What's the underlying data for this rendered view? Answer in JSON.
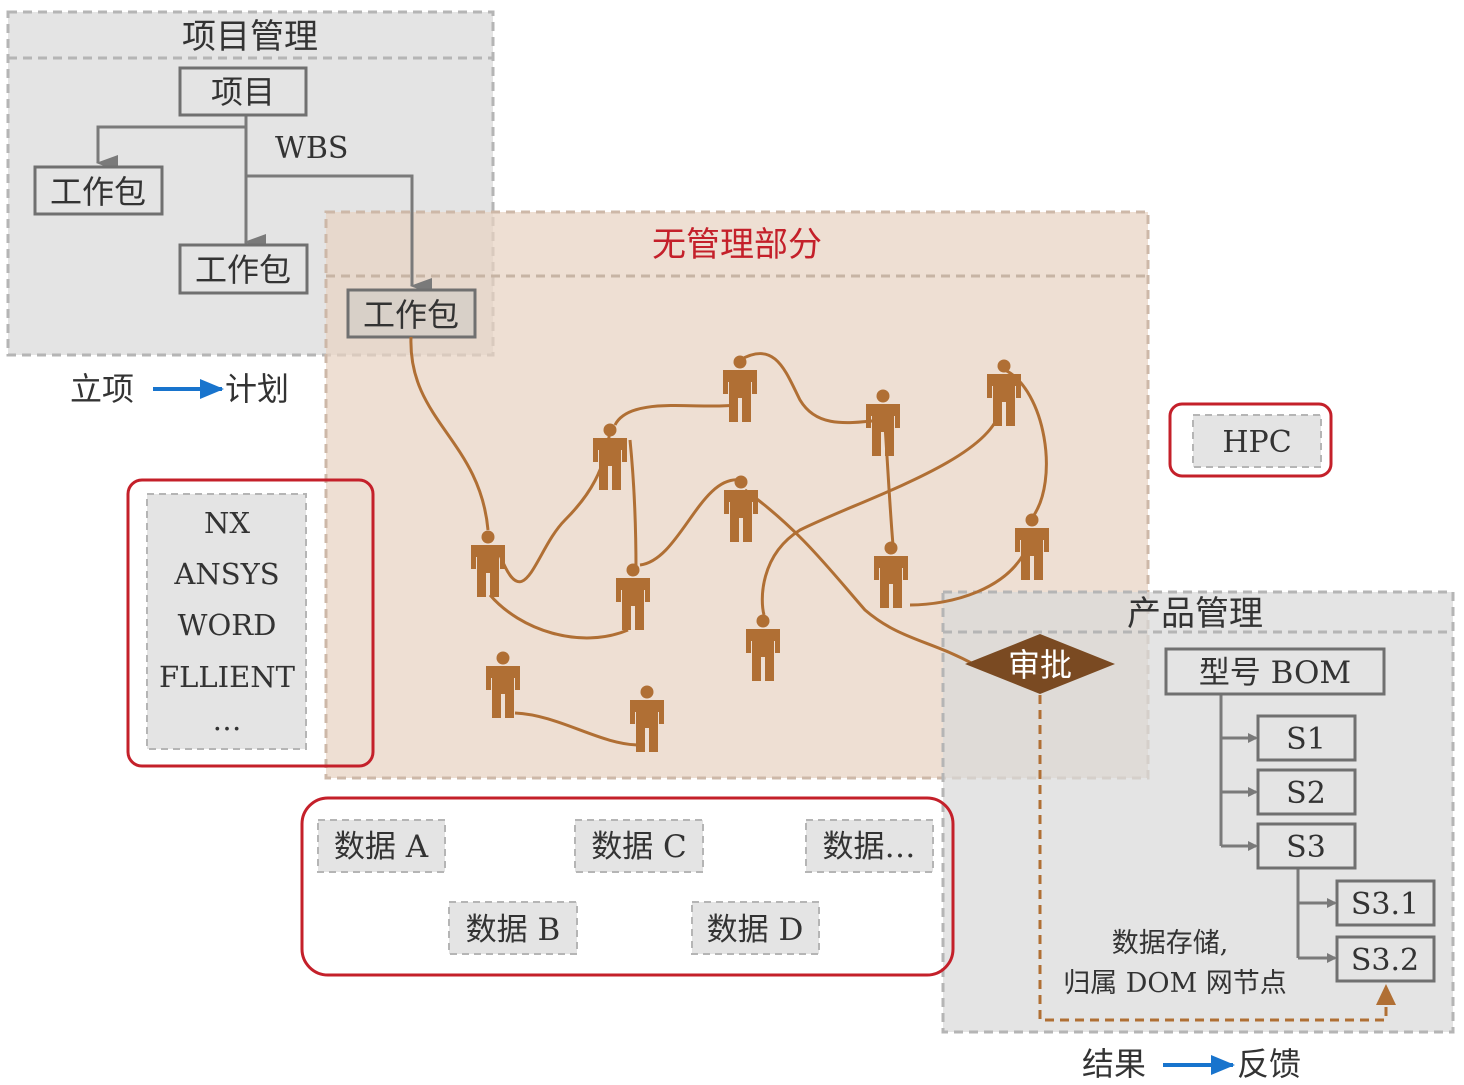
{
  "colors": {
    "panel_gray": "#e4e4e4",
    "panel_peach": "#efe1d6",
    "dash_gray": "#b5b5b5",
    "node_border": "#707070",
    "arrow_gray": "#7a7a7a",
    "person_brown": "#b06f34",
    "approve_brown": "#7a4a22",
    "red_outline": "#c4202a",
    "title_red": "#c4202a",
    "flow_blue": "#1874cd",
    "text": "#333333"
  },
  "project_mgmt": {
    "title": "项目管理",
    "root": "项目",
    "wbs": "WBS",
    "work_packages": [
      "工作包",
      "工作包",
      "工作包"
    ]
  },
  "flow_left": {
    "from": "立项",
    "to": "计划"
  },
  "unmanaged": {
    "title": "无管理部分"
  },
  "hpc": "HPC",
  "tools": [
    "NX",
    "ANSYS",
    "WORD",
    "FLLIENT",
    "…"
  ],
  "data_items": [
    "数据 A",
    "数据 C",
    "数据…",
    "数据 B",
    "数据 D"
  ],
  "product_mgmt": {
    "title": "产品管理",
    "approve": "审批",
    "bom_root": "型号 BOM",
    "nodes": [
      "S1",
      "S2",
      "S3",
      "S3.1",
      "S3.2"
    ],
    "storage_note": [
      "数据存储,",
      "归属 DOM 网节点"
    ]
  },
  "flow_right": {
    "from": "结果",
    "to": "反馈"
  }
}
